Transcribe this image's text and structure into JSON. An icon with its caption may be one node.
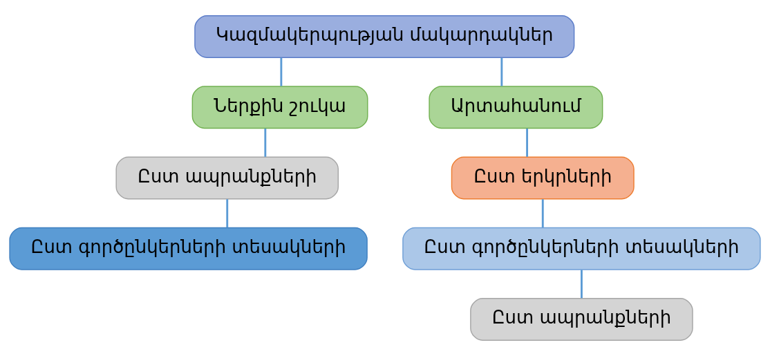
{
  "diagram": {
    "nodes": [
      {
        "text": [
          "Կազմակերպության մակարդակներ"
        ]
      },
      {
        "text": [
          "Ներքին շուկա"
        ]
      },
      {
        "text": [
          "Արտահանում"
        ]
      },
      {
        "text": [
          "Ըստ ապրանքների"
        ]
      },
      {
        "text": [
          "Ըստ գործընկերների տեսակների"
        ]
      },
      {
        "text": [
          "Ըստ երկրների"
        ]
      },
      {
        "text": [
          "Ըստ գործընկերների տեսակների"
        ]
      },
      {
        "text": [
          "Ըստ ապրանքների"
        ]
      }
    ],
    "edges": [
      {
        "from": 0,
        "to": 1,
        "arrow": "none"
      },
      {
        "from": 0,
        "to": 2,
        "arrow": "none"
      },
      {
        "from": 1,
        "to": 3,
        "arrow": "none"
      },
      {
        "from": 3,
        "to": 4,
        "arrow": "none"
      },
      {
        "from": 2,
        "to": 5,
        "arrow": "none"
      },
      {
        "from": 5,
        "to": 6,
        "arrow": "none"
      },
      {
        "from": 6,
        "to": 7,
        "arrow": "none"
      }
    ]
  }
}
